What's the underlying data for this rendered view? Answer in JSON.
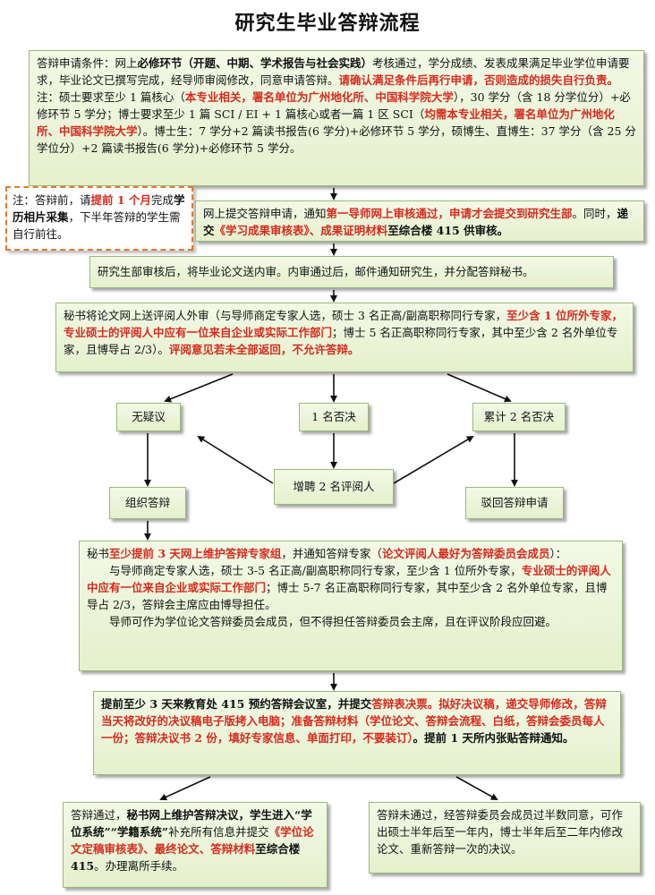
{
  "title": "研究生毕业答辩流程",
  "steps": {
    "apply": [
      {
        "t": "答辩申请条件：网上"
      },
      {
        "t": "必修环节（开题、中期、学术报告与社会实践）",
        "s": "b"
      },
      {
        "t": "考核通过，学分成绩、发表成果满足毕业学位申请要求，毕业论文已撰写完成，经导师审阅修改，同意申请答辩。"
      },
      {
        "t": "请确认满足条件后再行申请，否则造成的损失自行负责。",
        "s": "r"
      },
      {
        "t": "注：硕士要求至少 1 篇核心（"
      },
      {
        "t": "本专业相关，署名单位为广州地化所、中国科学院大学",
        "s": "r"
      },
      {
        "t": "），30 学分（含 18 分学位分）+必修环节 5 学分；博士要求至少 1 篇 SCI / EI + 1 篇核心或者一篇 1 区 SCI（"
      },
      {
        "t": "均需本专业相关，署名单位为广州地化所、中国科学院大学",
        "s": "r"
      },
      {
        "t": "）。博士生：7 学分+2 篇读书报告(6 学分)+必修环节 5 学分，硕博生、直博生：37 学分（含 25 分学位分）+2 篇读书报告(6 学分)+必修环节 5 学分。"
      }
    ],
    "note": [
      {
        "t": "注：答辩前，请"
      },
      {
        "t": "提前 1 个月",
        "s": "r"
      },
      {
        "t": "完成"
      },
      {
        "t": "学历相片采集",
        "s": "b"
      },
      {
        "t": "，下半年答辩的学生需自行前往。"
      }
    ],
    "submit": [
      {
        "t": "网上提交答辩申请，通知"
      },
      {
        "t": "第一导师网上审核通过，申请才会提交到研究生部",
        "s": "r"
      },
      {
        "t": "。同时，"
      },
      {
        "t": "递交",
        "s": "b"
      },
      {
        "t": "《学习成果审核表》、成果证明材料",
        "s": "r"
      },
      {
        "t": "至综合楼 415 供审核。",
        "s": "b"
      }
    ],
    "review": [
      {
        "t": "研究生部审核后，将毕业论文送内审。内审通过后，邮件通知研究生，并分配答辩秘书。"
      }
    ],
    "external": [
      {
        "t": "秘书将论文网上送评阅人外审（与导师商定专家人选，硕士 3 名正高/副高职称同行专家，"
      },
      {
        "t": "至少含 1 位所外专家，专业硕士的评阅人中应有一位来自企业或实际工作部门",
        "s": "r"
      },
      {
        "t": "；博士 5 名正高职称同行专家，其中至少含 2 名外单位专家，且博导占 2/3）。"
      },
      {
        "t": "评阅意见若未全部返回，不允许答辩。",
        "s": "r"
      }
    ],
    "committee_p1": [
      {
        "t": "秘书"
      },
      {
        "t": "至少提前 3 天网上维护答辩专家组",
        "s": "r"
      },
      {
        "t": "，并通知答辩专家（"
      },
      {
        "t": "论文评阅人最好为答辩委员会成员",
        "s": "r"
      },
      {
        "t": "）："
      }
    ],
    "committee_p2": [
      {
        "t": "与导师商定专家人选，硕士 3-5 名正高/副高职称同行专家，至少含 1 位所外专家，"
      },
      {
        "t": "专业硕士的评阅人中应有一位来自企业或实际工作部门",
        "s": "r"
      },
      {
        "t": "；博士 5-7 名正高职称同行专家，其中至少含 2 名外单位专家，且博导占 2/3，答辩会主席应由博导担任。"
      }
    ],
    "committee_p3": [
      {
        "t": "导师可作为学位论文答辩委员会成员，但不得担任答辩委员会主席，且在评议阶段应回避。"
      }
    ],
    "booking": [
      {
        "t": "提前至少 3 天来教育处 415 预约答辩会议室，并提交",
        "s": "b"
      },
      {
        "t": "答辩表决票。拟好决议稿，递交导师修改，答辩当天将改好的决议稿电子版拷入电脑；准备答辩材料（学位论文、答辩会流程、白纸，答辩会委员每人一份；答辩决议书 2 份，填好专家信息、单面打印，不要装订）",
        "s": "r"
      },
      {
        "t": "。提前 1 天所内张贴答辩通知。",
        "s": "b"
      }
    ],
    "pass": [
      {
        "t": "答辩通过，"
      },
      {
        "t": "秘书网上维护答辩决议，学生进入“学位系统”“学籍系统”",
        "s": "b"
      },
      {
        "t": "补充所有信息并提交"
      },
      {
        "t": "《学位论文定稿审核表》、最终论文、答辩材料",
        "s": "r"
      },
      {
        "t": "至综合楼 415",
        "s": "b"
      },
      {
        "t": "。办理离所手续。"
      }
    ],
    "fail": [
      {
        "t": "答辩未通过，经答辩委员会成员过半数同意，可作出硕士半年后至一年内，博士半年后至二年内修改论文、重新答辩一次的决议。"
      }
    ]
  },
  "nodes": {
    "no_objection": "无疑议",
    "one_reject": "1 名否决",
    "two_reject": "累计 2 名否决",
    "add_reviewers": "增聘 2 名评阅人",
    "organize": "组织答辩",
    "reject_application": "驳回答辩申请"
  }
}
